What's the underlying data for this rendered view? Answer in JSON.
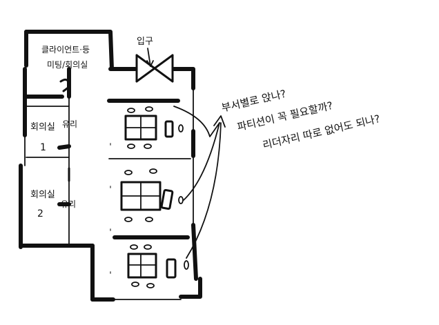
{
  "labels": {
    "client_room": [
      "클라이언트·등",
      "미팅/회의실"
    ],
    "entrance": "입구",
    "meeting_room_1": {
      "name": "회의실",
      "glass": "유리",
      "number": "1"
    },
    "meeting_room_2": {
      "name": "회의실",
      "glass": "유리",
      "number": "2"
    }
  },
  "notes": [
    "부서별로 앉나?",
    "파티션이 꼭 필요할까?",
    "리더자리 따로 없어도 되나?"
  ],
  "colors": {
    "ink": "#111111",
    "paper": "#ffffff"
  }
}
